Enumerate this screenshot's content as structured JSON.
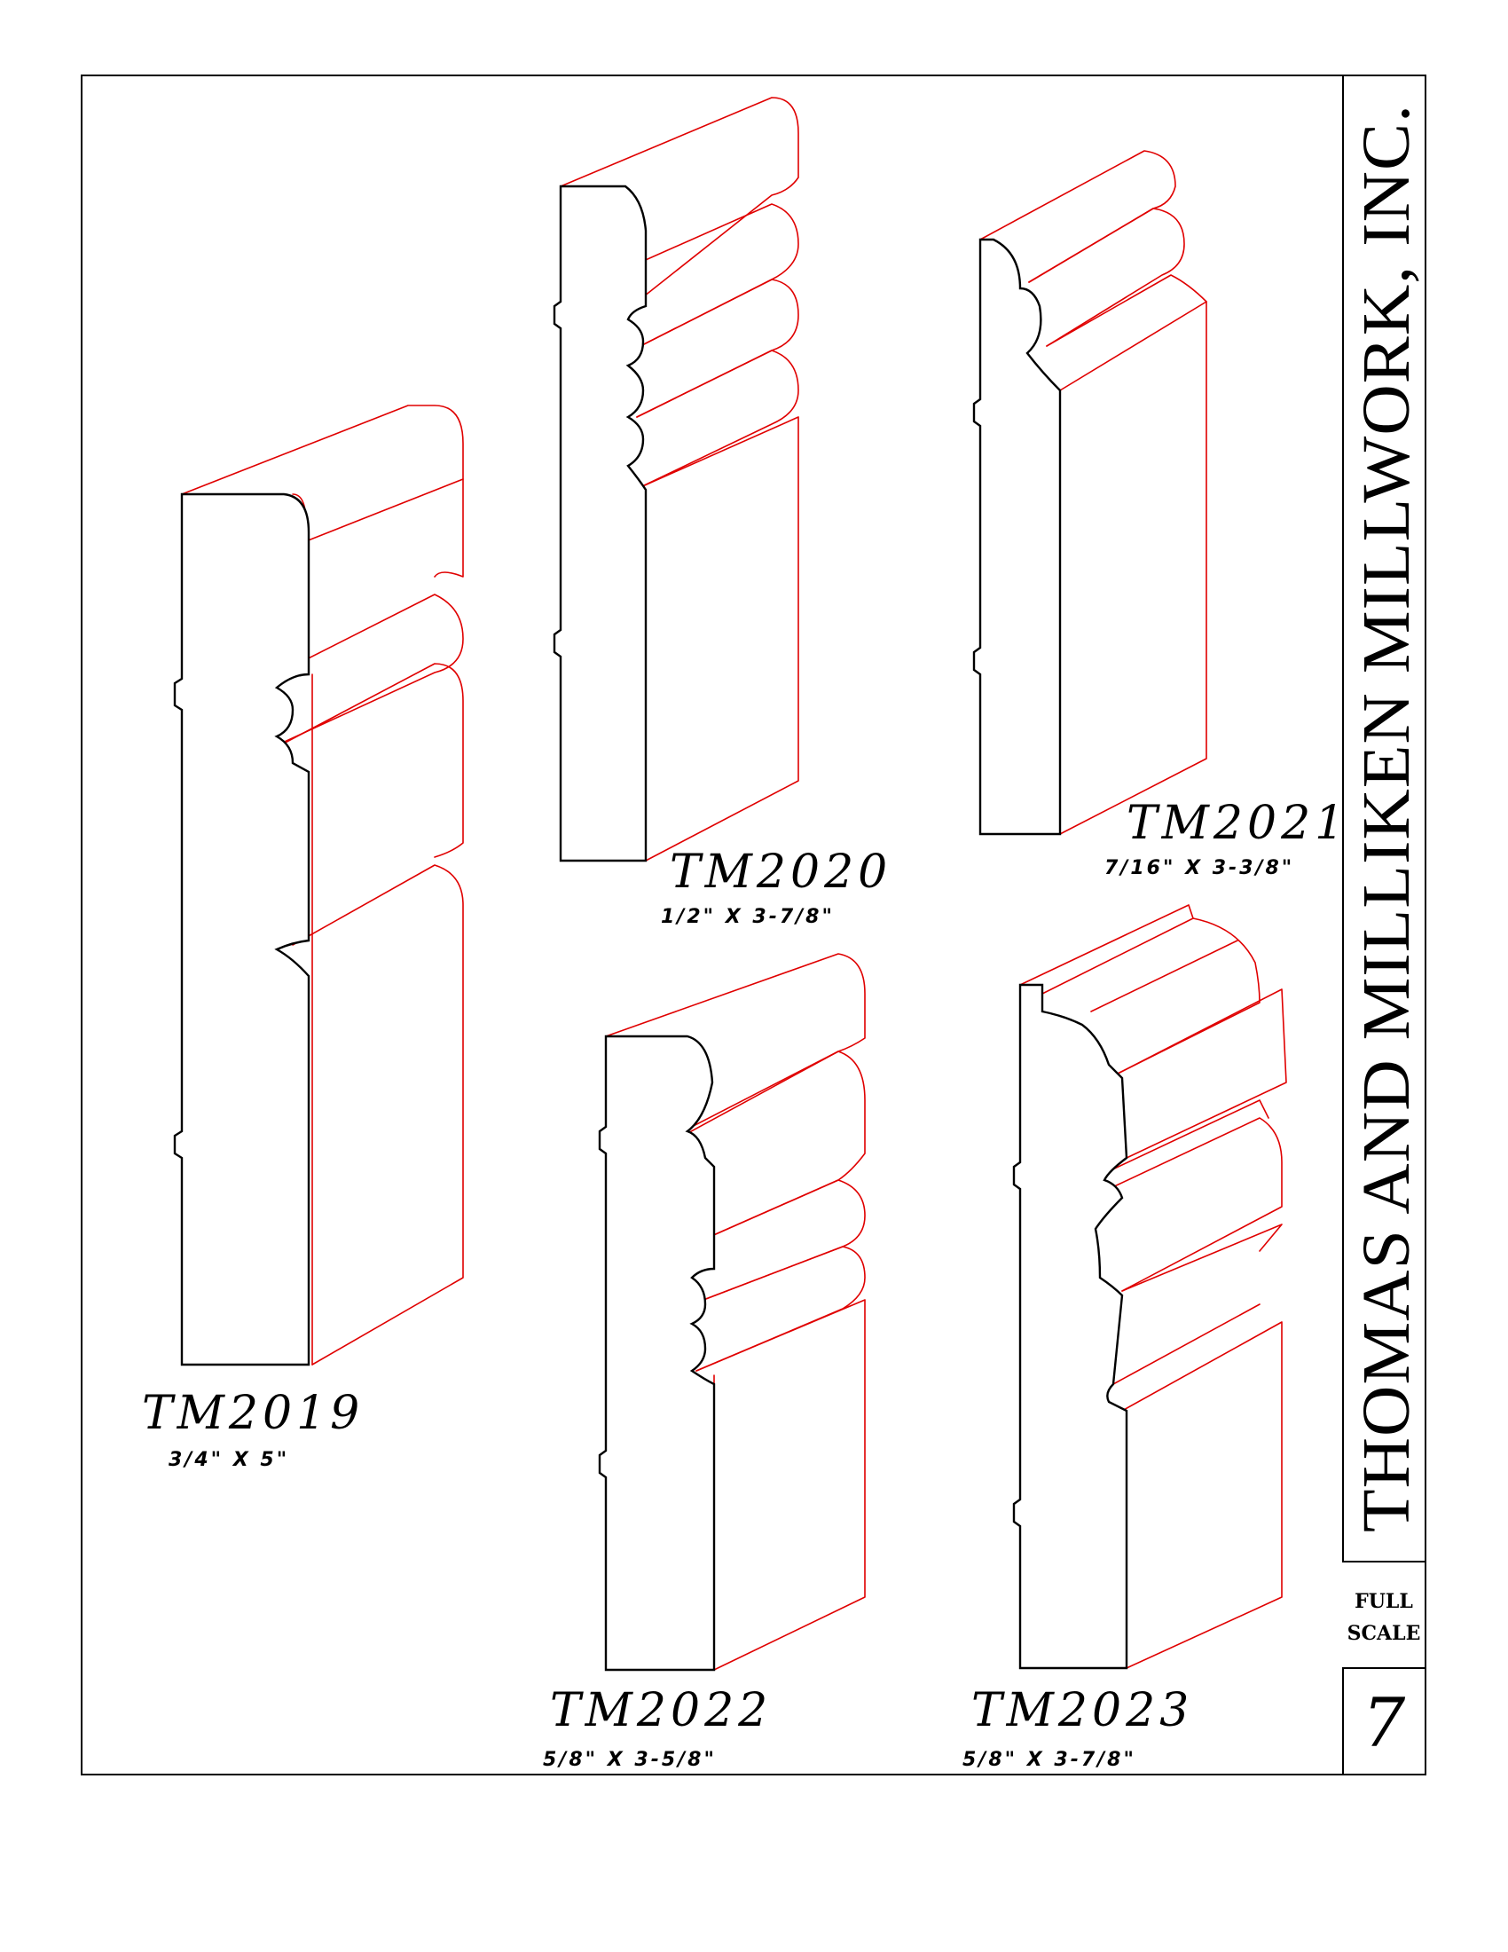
{
  "company_name": "THOMAS AND MILLIKEN MILLWORK, INC.",
  "scale_line1": "FULL",
  "scale_line2": "SCALE",
  "page_number": "7",
  "colors": {
    "outline": "#000000",
    "projection": "#e00000",
    "background": "#ffffff"
  },
  "profiles": [
    {
      "code": "TM2019",
      "size": "3/4\"  X 5\""
    },
    {
      "code": "TM2020",
      "size": "1/2\"  X 3-7/8\""
    },
    {
      "code": "TM2021",
      "size": "7/16\"  X 3-3/8\""
    },
    {
      "code": "TM2022",
      "size": "5/8\"  X 3-5/8\""
    },
    {
      "code": "TM2023",
      "size": "5/8\"  X 3-7/8\""
    }
  ]
}
